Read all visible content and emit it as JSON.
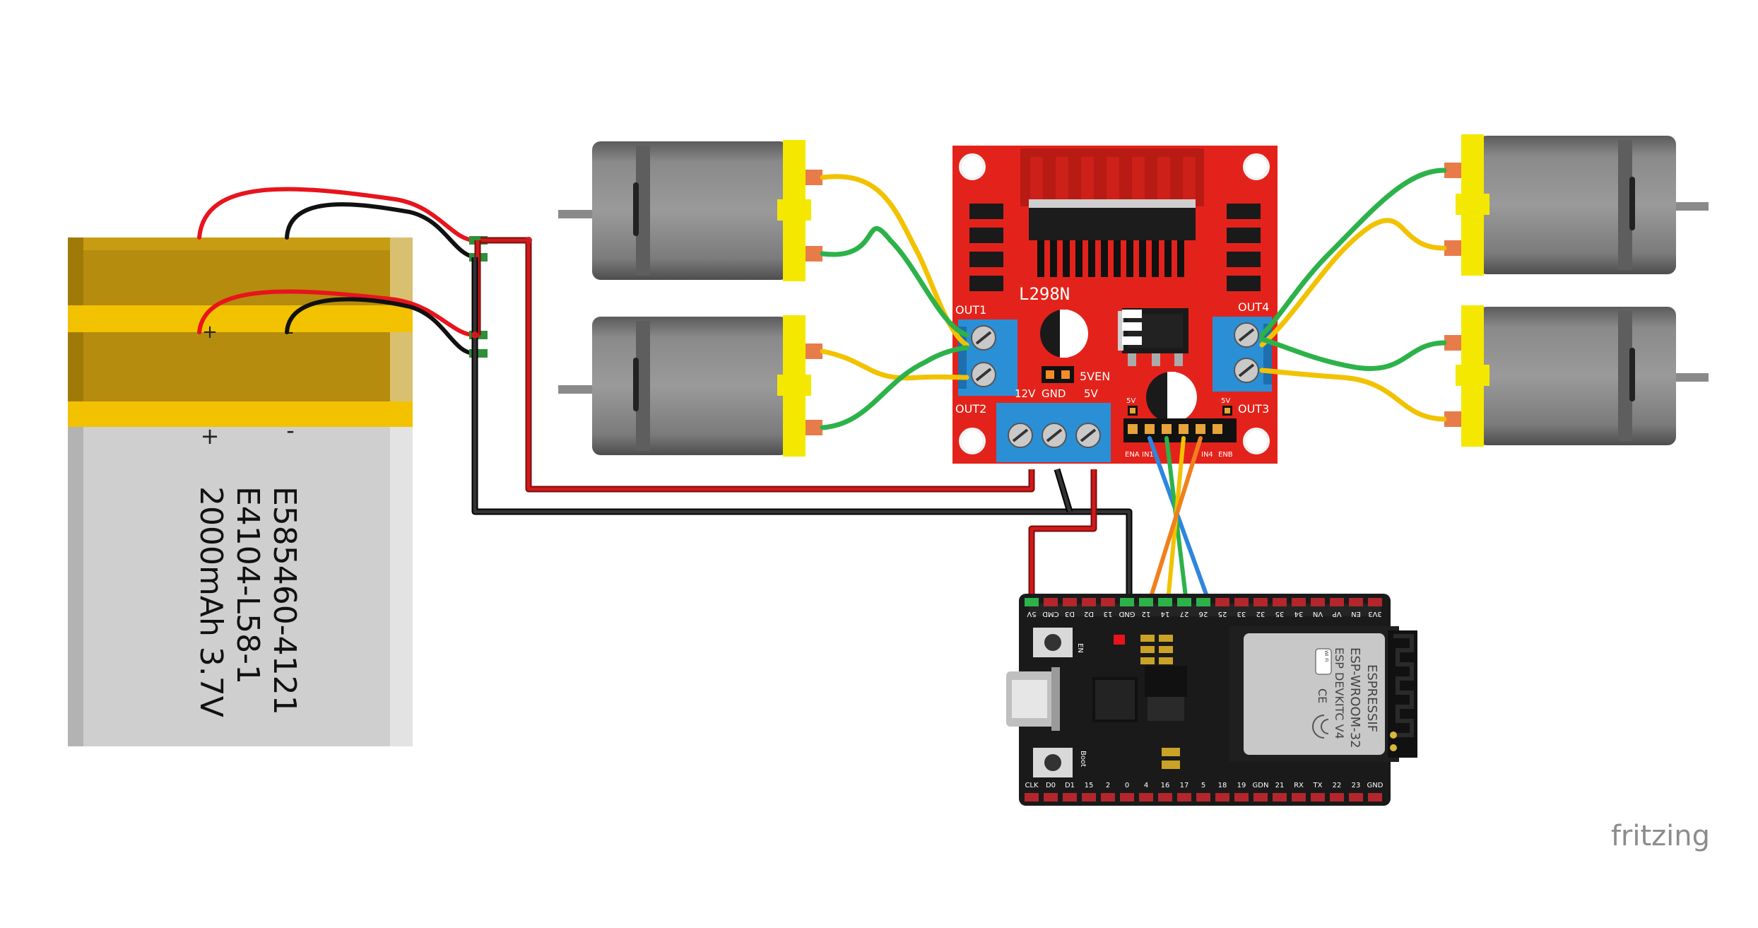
{
  "battery": {
    "label_line1": "E585460-4121",
    "label_line2": "E4104-L58-1",
    "label_line3": "2000mAh 3.7V",
    "plus": "+",
    "minus": "-"
  },
  "driver": {
    "chip": "L298N",
    "out1": "OUT1",
    "out2": "OUT2",
    "out3": "OUT3",
    "out4": "OUT4",
    "v12": "12V",
    "gnd": "GND",
    "v5": "5V",
    "fiveven": "5VEN",
    "ena": "ENA",
    "enb": "ENB",
    "in1": "IN1",
    "in4": "IN4",
    "pin5v_left": "5V",
    "pin5v_right": "5V"
  },
  "esp32": {
    "module_line1": "ESPRESSIF",
    "module_line2": "ESP-WROOM-32",
    "module_line3": "ESP DEVKITC V4",
    "wifi_badge": "Wi Fi",
    "ce_mark": "CE",
    "en_label": "EN",
    "boot_label": "Boot",
    "top_pins": [
      "5V",
      "CMD",
      "D3",
      "D2",
      "13",
      "GND",
      "12",
      "14",
      "27",
      "26",
      "25",
      "33",
      "32",
      "35",
      "34",
      "VN",
      "VP",
      "EN",
      "3V3"
    ],
    "bottom_pins": [
      "CLK",
      "D0",
      "D1",
      "15",
      "2",
      "0",
      "4",
      "16",
      "17",
      "5",
      "18",
      "19",
      "GDN",
      "21",
      "RX",
      "TX",
      "22",
      "23",
      "GND"
    ]
  },
  "watermark": "fritzing"
}
